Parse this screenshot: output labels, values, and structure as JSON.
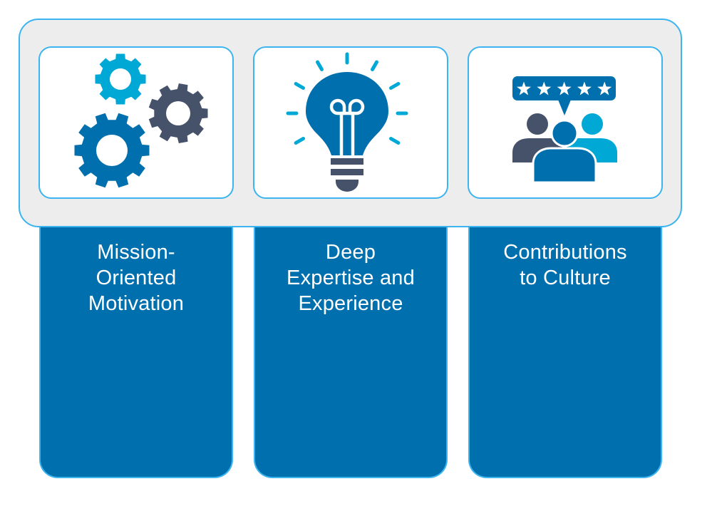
{
  "colors": {
    "column_fill": "#006fad",
    "border": "#3bb4f0",
    "band_fill": "#ededed",
    "light_blue": "#00a8d6",
    "dark_slate": "#45526a",
    "white": "#ffffff"
  },
  "pillars": [
    {
      "icon": "gears-icon",
      "label": "Mission-\nOriented\nMotivation"
    },
    {
      "icon": "lightbulb-icon",
      "label": "Deep\nExpertise and\nExperience"
    },
    {
      "icon": "team-rating-icon",
      "label": "Contributions\nto Culture"
    }
  ],
  "rating": {
    "stars": 5
  }
}
